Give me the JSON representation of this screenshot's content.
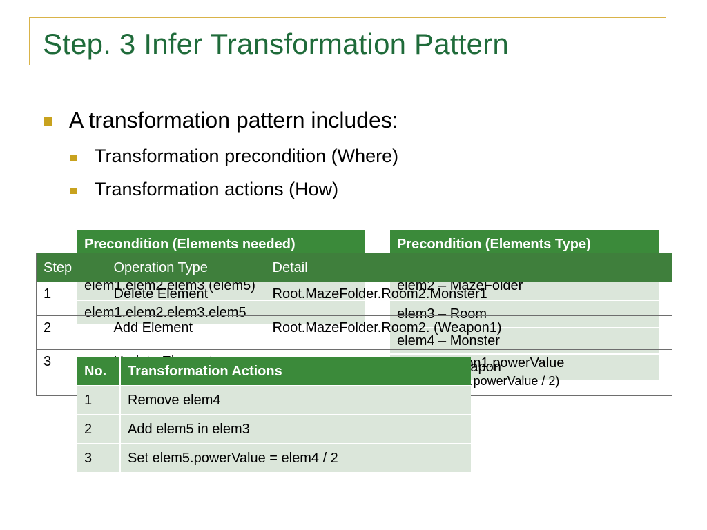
{
  "title": "Step. 3 Infer Transformation Pattern",
  "bullets": {
    "main": "A transformation pattern includes:",
    "sub": [
      "Transformation precondition (Where)",
      "Transformation actions (How)"
    ]
  },
  "precondition_needed": {
    "header": "Precondition (Elements needed)",
    "rows": [
      "elem1.elem2.elem3 (elem5)",
      "elem1.elem2.elem3.elem5"
    ]
  },
  "precondition_type": {
    "header": "Precondition (Elements Type)",
    "rows": [
      "elem2 – MazeFolder",
      "elem3 – Room",
      "elem4 – Monster",
      "elem5 – Weapon"
    ]
  },
  "steps_table": {
    "headers": [
      "Step",
      "Operation Type",
      "Detail"
    ],
    "rows": [
      {
        "step": "1",
        "operation": "Delete Element",
        "detail": "Root.MazeFolder.Room2.Monster1",
        "detail2": ""
      },
      {
        "step": "2",
        "operation": "Add Element",
        "detail": "Root.MazeFolder.Room2. (Weapon1)",
        "detail2": ""
      },
      {
        "step": "3",
        "operation": "Update Element",
        "detail": "Root.MazeFolder.Room2.Weapon1.powerValue",
        "detail2": "(Root.MazeFolder.Room2.Monster1.powerValue / 2)"
      }
    ]
  },
  "actions_table": {
    "headers": [
      "No.",
      "Transformation Actions"
    ],
    "rows": [
      {
        "no": "1",
        "action": "Remove elem4"
      },
      {
        "no": "2",
        "action": "Add elem5 in elem3"
      },
      {
        "no": "3",
        "action": "Set elem5.powerValue = elem4 / 2"
      }
    ]
  },
  "colors": {
    "title": "#1f6b3a",
    "header_green": "#3b8a3a",
    "row_light": "#dbe6da",
    "bullet_gold": "#c8a21e",
    "frame_gold": "#d9b349"
  }
}
